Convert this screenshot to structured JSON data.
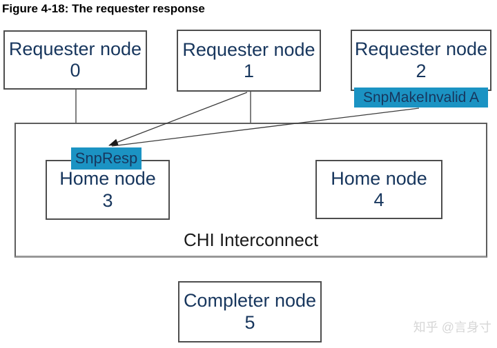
{
  "figure": {
    "title": "Figure 4-18: The requester response"
  },
  "nodes": {
    "requester0": {
      "label": "Requester node\n0"
    },
    "requester1": {
      "label": "Requester node\n1"
    },
    "requester2": {
      "label": "Requester node\n2"
    },
    "home3": {
      "label": "Home node\n3"
    },
    "home4": {
      "label": "Home node\n4"
    },
    "completer5": {
      "label": "Completer node\n5"
    }
  },
  "labels": {
    "interconnect": "CHI Interconnect",
    "snp_make_invalid": "SnpMakeInvalid A",
    "snp_resp": "SnpResp"
  },
  "watermark": {
    "text": "知乎 @言身寸"
  },
  "colors": {
    "teal": "#1b93c3",
    "navy": "#17365d",
    "line": "#3a3a3a",
    "connector": "#555555"
  }
}
